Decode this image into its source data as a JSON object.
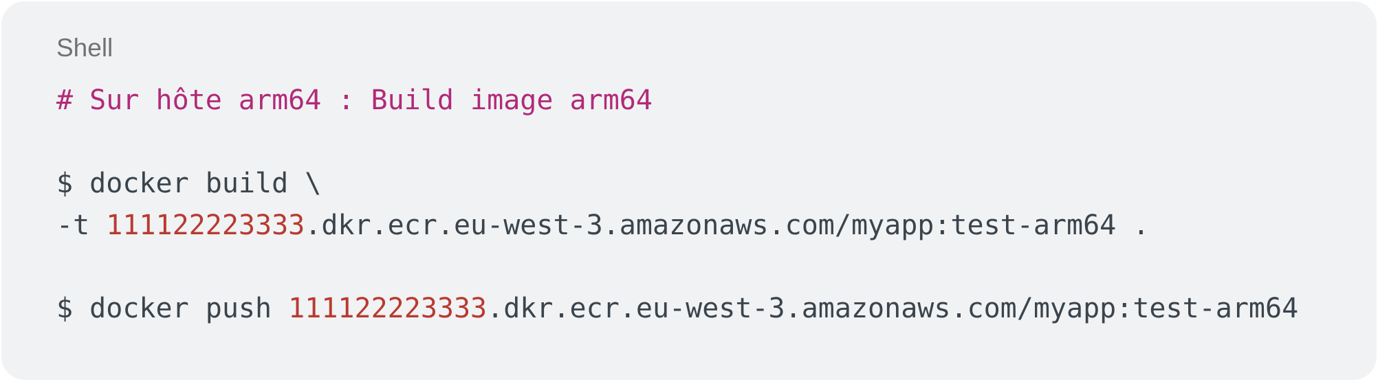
{
  "code_block": {
    "language": "Shell",
    "lines": [
      {
        "type": "comment",
        "text": "# Sur hôte arm64 : Build image arm64"
      },
      {
        "type": "blank"
      },
      {
        "type": "code",
        "text": "$ docker build \\"
      },
      {
        "type": "code",
        "prefix": "-t ",
        "number": "111122223333",
        "suffix": ".dkr.ecr.eu-west-3.amazonaws.com/myapp:test-arm64 ."
      },
      {
        "type": "blank"
      },
      {
        "type": "code",
        "prefix": "$ docker push ",
        "number": "111122223333",
        "suffix": ".dkr.ecr.eu-west-3.amazonaws.com/myapp:test-arm64"
      }
    ]
  },
  "colors": {
    "background": "#f1f2f4",
    "text": "#3a444c",
    "comment": "#b12a78",
    "number": "#b83a30",
    "label": "#6f7275"
  }
}
